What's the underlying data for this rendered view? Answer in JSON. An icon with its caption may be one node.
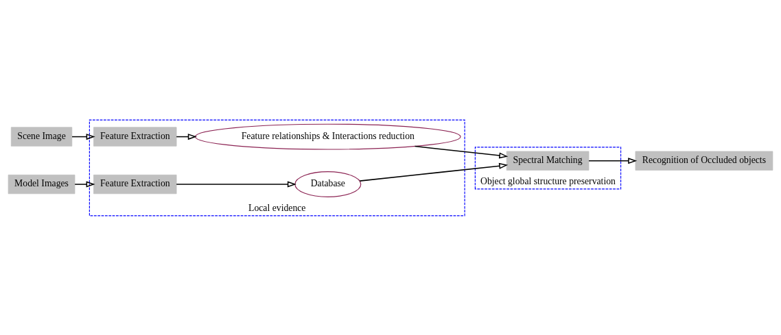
{
  "diagram": {
    "nodes": [
      {
        "text": [
          "Local evidence"
        ]
      },
      {
        "text": [
          "Object global structure preservation"
        ]
      },
      {
        "text": [
          "Scene Image"
        ]
      },
      {
        "text": [
          "Feature Extraction"
        ],
        "in": 0
      },
      {
        "text": [
          "Feature relationships & Interactions reduction"
        ],
        "in": 0
      },
      {
        "text": [
          "Model Images"
        ]
      },
      {
        "text": [
          "Feature Extraction"
        ],
        "in": 0
      },
      {
        "text": [
          "Database"
        ],
        "in": 0
      },
      {
        "text": [
          "Spectral Matching"
        ],
        "in": 1
      },
      {
        "text": [
          "Recognition of Occluded objects"
        ]
      }
    ],
    "edges": [
      {
        "from": 2,
        "to": 3,
        "arrow": "to"
      },
      {
        "from": 3,
        "to": 4,
        "arrow": "to"
      },
      {
        "from": 4,
        "to": 8,
        "arrow": "to"
      },
      {
        "from": 5,
        "to": 6,
        "arrow": "to"
      },
      {
        "from": 6,
        "to": 7,
        "arrow": "to"
      },
      {
        "from": 7,
        "to": 8,
        "arrow": "to"
      },
      {
        "from": 8,
        "to": 9,
        "arrow": "to"
      }
    ]
  }
}
